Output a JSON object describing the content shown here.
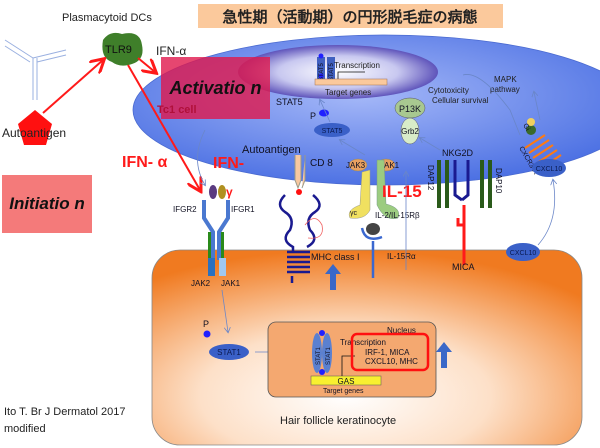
{
  "title": "急性期（活動期）の円形脱毛症の病態",
  "labels": {
    "pdc": "Plasmacytoid DCs",
    "tlr9": "TLR9",
    "ifn_alpha_top": "IFN-α",
    "autoantigen_left": "Autoantigen",
    "activation": "Activatio n",
    "initiation": "Initiatio n",
    "tc1_cell": "Tc1 cell",
    "ifn_alpha_big": "IFN- α",
    "ifn_gamma": "IFN-",
    "gamma_symbol": "γ",
    "stat5_label": "STAT5",
    "stat5_oval": "STAT5",
    "p_top": "P",
    "transcription_top": "Transcription",
    "target_genes_top": "Target genes",
    "stat5_dimer_a": "STAT5",
    "stat5_dimer_b": "STAT5",
    "cytotoxicity": "Cytotoxicity",
    "cell_survival": "Cellular survival",
    "mapk": "MAPK",
    "mapk_pathway": "pathway",
    "pi3k": "P13K",
    "grb2": "Grb2",
    "nkg2d": "NKG2D",
    "dap12": "DAP12",
    "dap10": "DAP10",
    "cxcr3": "CXCR3-A",
    "gi": "Gi",
    "cxcl10_top": "CXCL10",
    "cxcl10_bottom": "CXCL10",
    "autoantigen_mid": "Autoantigen",
    "cd8": "CD 8",
    "jak3": "JAK3",
    "jak1_top": "JAK1",
    "il15": "IL-15",
    "gamma_c": "γc",
    "il2_il15rb": "IL-2/IL-15Rβ",
    "il15ra": "IL-15Rα",
    "mhc_class_i": "MHC class I",
    "mica": "MICA",
    "ifgr2": "IFGR2",
    "ifgr1": "IFGR1",
    "jak2": "JAK2",
    "jak1_bottom": "JAK1",
    "p_bottom": "P",
    "stat1": "STAT1",
    "nucleus": "Nucleus",
    "stat1_dimer_a": "STAT1",
    "stat1_dimer_b": "STAT1",
    "transcription_bottom": "Transcription",
    "genes_line1": "IRF-1, MICA",
    "genes_line2": "CXCL10, MHC",
    "gas": "GAS",
    "target_genes_bottom": "Target genes",
    "keratinocyte": "Hair follicle keratinocyte",
    "citation_line1": "Ito T. Br J Dermatol 2017",
    "citation_line2": "modified"
  },
  "colors": {
    "title_bg": "#fbc99c",
    "tcell": "#5a7ee8",
    "keratinocyte": "#f28a3a",
    "red": "#ff1a1a",
    "activation_bg": "#e0184c",
    "initiation_bg": "#f47a7a"
  }
}
